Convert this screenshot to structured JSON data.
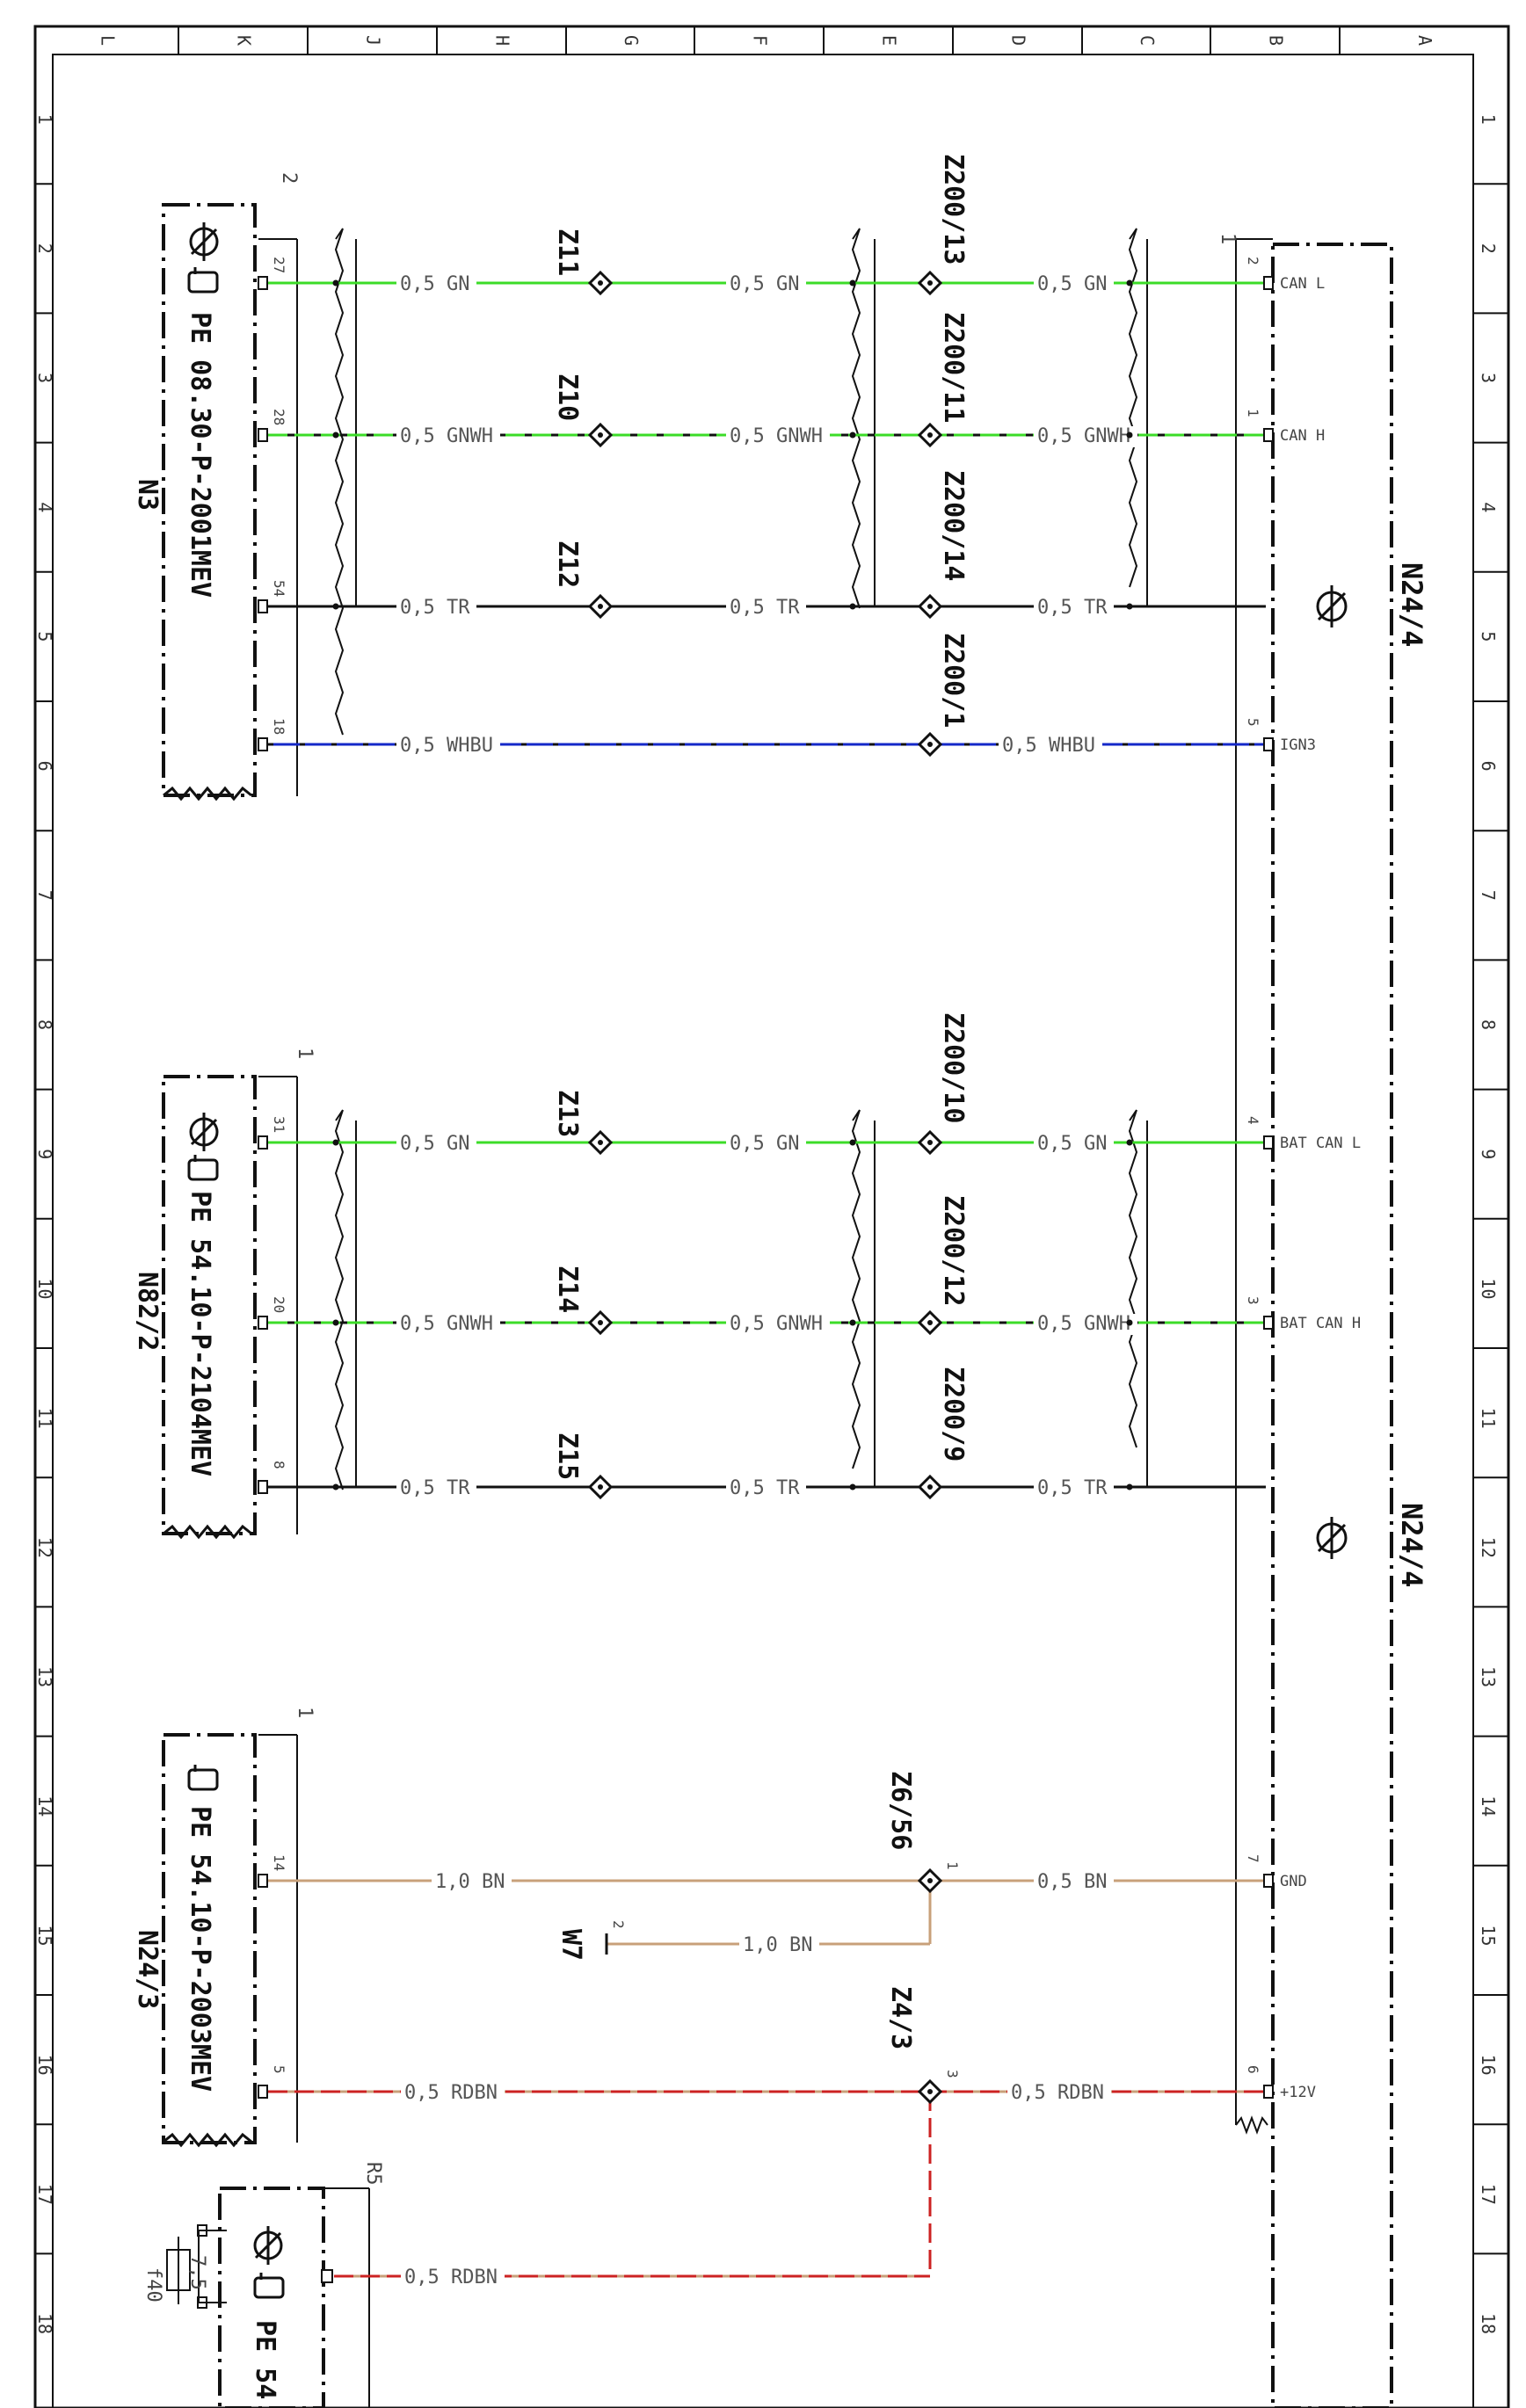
{
  "frame": {
    "columns": [
      "L",
      "K",
      "J",
      "H",
      "G",
      "F",
      "E",
      "D",
      "C",
      "B",
      "A"
    ],
    "rows": [
      "1",
      "2",
      "3",
      "4",
      "5",
      "6",
      "7",
      "8",
      "9",
      "10",
      "11",
      "12",
      "13",
      "14",
      "15",
      "16",
      "17",
      "18"
    ]
  },
  "connectors": {
    "n3": {
      "id": "N3",
      "ref": "PE 08.30-P-2001MEV",
      "corner": "2"
    },
    "n82_2": {
      "id": "N82/2",
      "ref": "PE 54.10-P-2104MEV",
      "corner": "1"
    },
    "n24_3": {
      "id": "N24/3",
      "ref": "PE 54.10-P-2003MEV",
      "corner": "1"
    },
    "n24_4": {
      "id": "N24/4",
      "id2": "N24/4",
      "corner": "1"
    },
    "r5": {
      "id": "R5",
      "fuse": "f40",
      "fuse_rating": "7,5",
      "ref": "PE 54"
    }
  },
  "pins": {
    "n3_27": "27",
    "n3_28": "28",
    "n3_54": "54",
    "n3_18": "18",
    "n82_31": "31",
    "n82_20": "20",
    "n82_8": "8",
    "n243_14": "14",
    "n243_5": "5",
    "b_2": "2",
    "b_1": "1",
    "b_5": "5",
    "b_4": "4",
    "b_3": "3",
    "b_7": "7",
    "b_6": "6",
    "z656_1": "1",
    "z43_3": "3",
    "w7_2": "2"
  },
  "pin_names": {
    "can_l": "CAN L",
    "can_h": "CAN H",
    "ign3": "IGN3",
    "bat_can_l": "BAT CAN L",
    "bat_can_h": "BAT CAN H",
    "gnd": "GND",
    "plus12": "+12V"
  },
  "splices": {
    "z11": "Z11",
    "z10": "Z10",
    "z12": "Z12",
    "z200_13": "Z200/13",
    "z200_11": "Z200/11",
    "z200_14": "Z200/14",
    "z200_1": "Z200/1",
    "z13": "Z13",
    "z14": "Z14",
    "z15": "Z15",
    "z200_10": "Z200/10",
    "z200_12": "Z200/12",
    "z200_9": "Z200/9",
    "z6_56": "Z6/56",
    "z4_3": "Z4/3",
    "w7": "W7"
  },
  "wire_labels": {
    "gn": "0,5 GN",
    "gnwh": "0,5 GNWH",
    "tr": "0,5 TR",
    "whbu": "0,5 WHBU",
    "bn10": "1,0 BN",
    "bn05": "0,5 BN",
    "rdbn": "0,5 RDBN"
  },
  "colors": {
    "gn": "#3cdc28",
    "whbu": "#1428c8",
    "bn": "#c8a07a",
    "rdbn": "#cc2222",
    "line": "#111111"
  }
}
